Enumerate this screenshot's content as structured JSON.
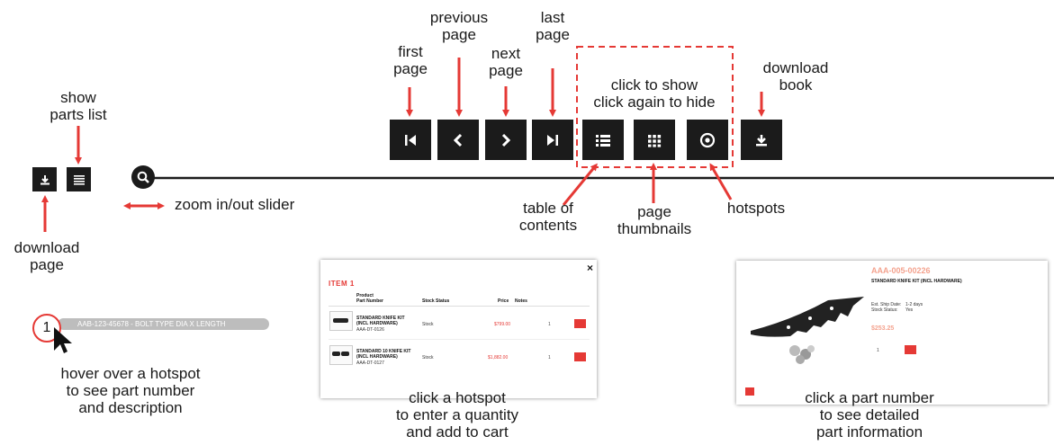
{
  "toolbar": {
    "first_page": [
      "first",
      "page"
    ],
    "previous_page": [
      "previous",
      "page"
    ],
    "next_page": [
      "next",
      "page"
    ],
    "last_page": [
      "last",
      "page"
    ],
    "toggle_note": [
      "click to show",
      "click again to hide"
    ],
    "download_book": [
      "download",
      "book"
    ],
    "table_of_contents": [
      "table of",
      "contents"
    ],
    "page_thumbnails": [
      "page",
      "thumbnails"
    ],
    "hotspots": "hotspots"
  },
  "left_controls": {
    "show_parts_list": [
      "show",
      "parts list"
    ],
    "download_page": [
      "download",
      "page"
    ],
    "zoom_slider": "zoom in/out slider"
  },
  "hotspot_demo": {
    "number": "1",
    "tooltip": "AAB-123-45678 - BOLT TYPE DIA X LENGTH",
    "caption": [
      "hover over a hotspot",
      "to see part number",
      "and description"
    ]
  },
  "cart_panel": {
    "close": "×",
    "item_title": "ITEM 1",
    "columns": {
      "product": "Product",
      "part_number": "Part Number",
      "stock_status": "Stock Status",
      "price": "Price",
      "notes": "Notes"
    },
    "rows": [
      {
        "name": "STANDARD KNIFE KIT (INCL HARDWARE)",
        "part": "AAA-DT-0126",
        "stock": "Stock",
        "price": "$799.00",
        "qty": "1"
      },
      {
        "name": "STANDARD 10 KNIFE KIT (INCL HARDWARE)",
        "part": "AAA-DT-0127",
        "stock": "Stock",
        "price": "$1,882.00",
        "qty": "1"
      }
    ],
    "caption": [
      "click a hotspot",
      "to enter a quantity",
      "and add to cart"
    ]
  },
  "detail_panel": {
    "part_number": "AAA-005-00226",
    "title": "STANDARD KNIFE KIT (INCL HARDWARE)",
    "availability_label": "Est. Ship Date:",
    "availability_value": "1-2 days",
    "stock_label": "Stock Status:",
    "stock_value": "Yes",
    "price": "$253.25",
    "qty": "1",
    "caption": [
      "click a part number",
      "to see detailed",
      "part information"
    ]
  },
  "colors": {
    "accent": "#e53935",
    "button": "#1b1b1b"
  }
}
